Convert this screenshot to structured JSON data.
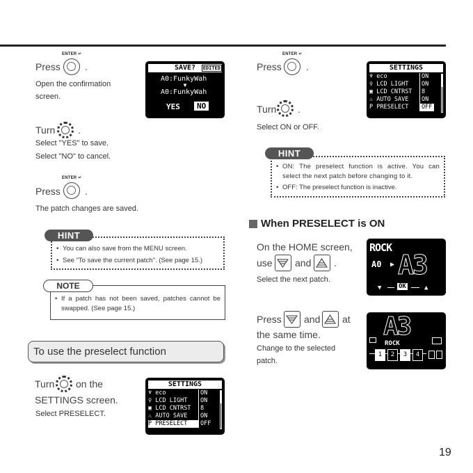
{
  "page_number": "19",
  "enter_label": "ENTER",
  "left": {
    "step1": {
      "press": "Press",
      "desc": [
        "Open the confirmation",
        "screen."
      ]
    },
    "save_screen": {
      "title": "SAVE?",
      "badge": "EDITED",
      "src": "A0:FunkyWah",
      "dst": "A0:FunkyWah",
      "yes": "YES",
      "no": "NO"
    },
    "step2": {
      "turn": "Turn",
      "desc1": "Select \"YES\" to save.",
      "desc2": "Select \"NO\" to cancel."
    },
    "step3": {
      "press": "Press",
      "desc": "The patch changes are saved."
    },
    "hint": {
      "label": "HINT",
      "items": [
        "You can also save from the MENU screen.",
        "See \"To save the current patch\". (See page 15.)"
      ]
    },
    "note": {
      "label": "NOTE",
      "items": [
        "If a patch has not been saved, patches cannot be swapped. (See page 15.)"
      ]
    },
    "section_title": "To use the preselect function",
    "step4": {
      "turn": "Turn",
      "suffix": "on the",
      "line2": "SETTINGS screen.",
      "desc": "Select PRESELECT."
    }
  },
  "settings_screen": {
    "title": "SETTINGS",
    "rows": [
      {
        "icon": "♆",
        "label": "eco",
        "value": "ON"
      },
      {
        "icon": "♀",
        "label": "LCD LIGHT",
        "value": "ON"
      },
      {
        "icon": "▣",
        "label": "LCD CNTRST",
        "value": "8"
      },
      {
        "icon": "♨",
        "label": "AUTO SAVE",
        "value": "ON"
      },
      {
        "icon": "P",
        "label": "PRESELECT",
        "value": "OFF"
      }
    ]
  },
  "right": {
    "step1": {
      "press": "Press"
    },
    "step2": {
      "turn": "Turn",
      "desc": "Select ON or OFF."
    },
    "hint": {
      "label": "HINT",
      "items": [
        "ON: The preselect function is active. You can select the next patch before changing to it.",
        "OFF: The preselect function is inactive."
      ]
    },
    "section_heading": "When PRESELECT is ON",
    "home": {
      "line1": "On the HOME screen,",
      "use": "use",
      "and": "and",
      "period": ".",
      "desc": "Select the next patch."
    },
    "home_screen": {
      "bank": "ROCK",
      "current": "A0",
      "next": "A3",
      "ok": "OK"
    },
    "both": {
      "press": "Press",
      "and": "and",
      "at": "at",
      "line2": "the same time.",
      "desc": [
        "Change to the selected",
        "patch."
      ]
    },
    "patch_screen": {
      "patch": "A3",
      "bank": "ROCK",
      "slots": [
        "1",
        "2",
        "3",
        "4"
      ]
    }
  }
}
